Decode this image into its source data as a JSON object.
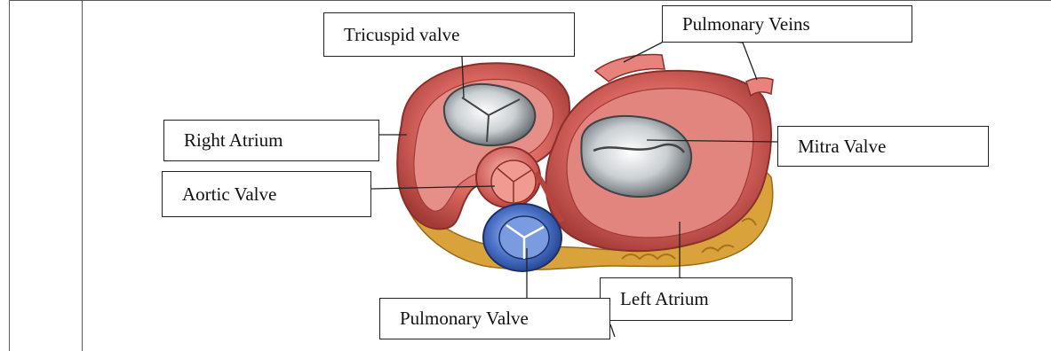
{
  "labels": {
    "tricuspid": "Tricuspid valve",
    "pulmonary_veins": "Pulmonary Veins",
    "right_atrium": "Right Atrium",
    "mitra_valve": "Mitra Valve",
    "aortic_valve": "Aortic Valve",
    "left_atrium": "Left Atrium",
    "pulmonary_valve": "Pulmonary Valve"
  }
}
